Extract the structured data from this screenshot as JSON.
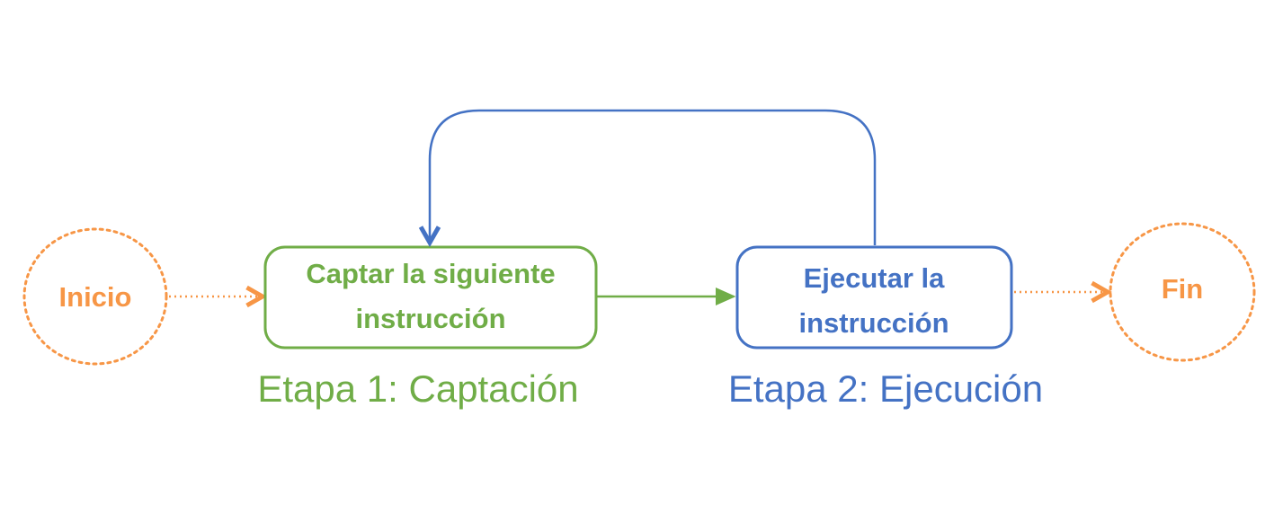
{
  "colors": {
    "fetch": "#70ad47",
    "execute": "#4472c4",
    "terminal": "#f79646"
  },
  "start": {
    "label": "Inicio"
  },
  "end": {
    "label": "Fin"
  },
  "fetch": {
    "line1": "Captar la siguiente",
    "line2": "instrucción",
    "stage": "Etapa 1: Captación"
  },
  "execute": {
    "line1": "Ejecutar la",
    "line2": "instrucción",
    "stage": "Etapa 2: Ejecución"
  }
}
